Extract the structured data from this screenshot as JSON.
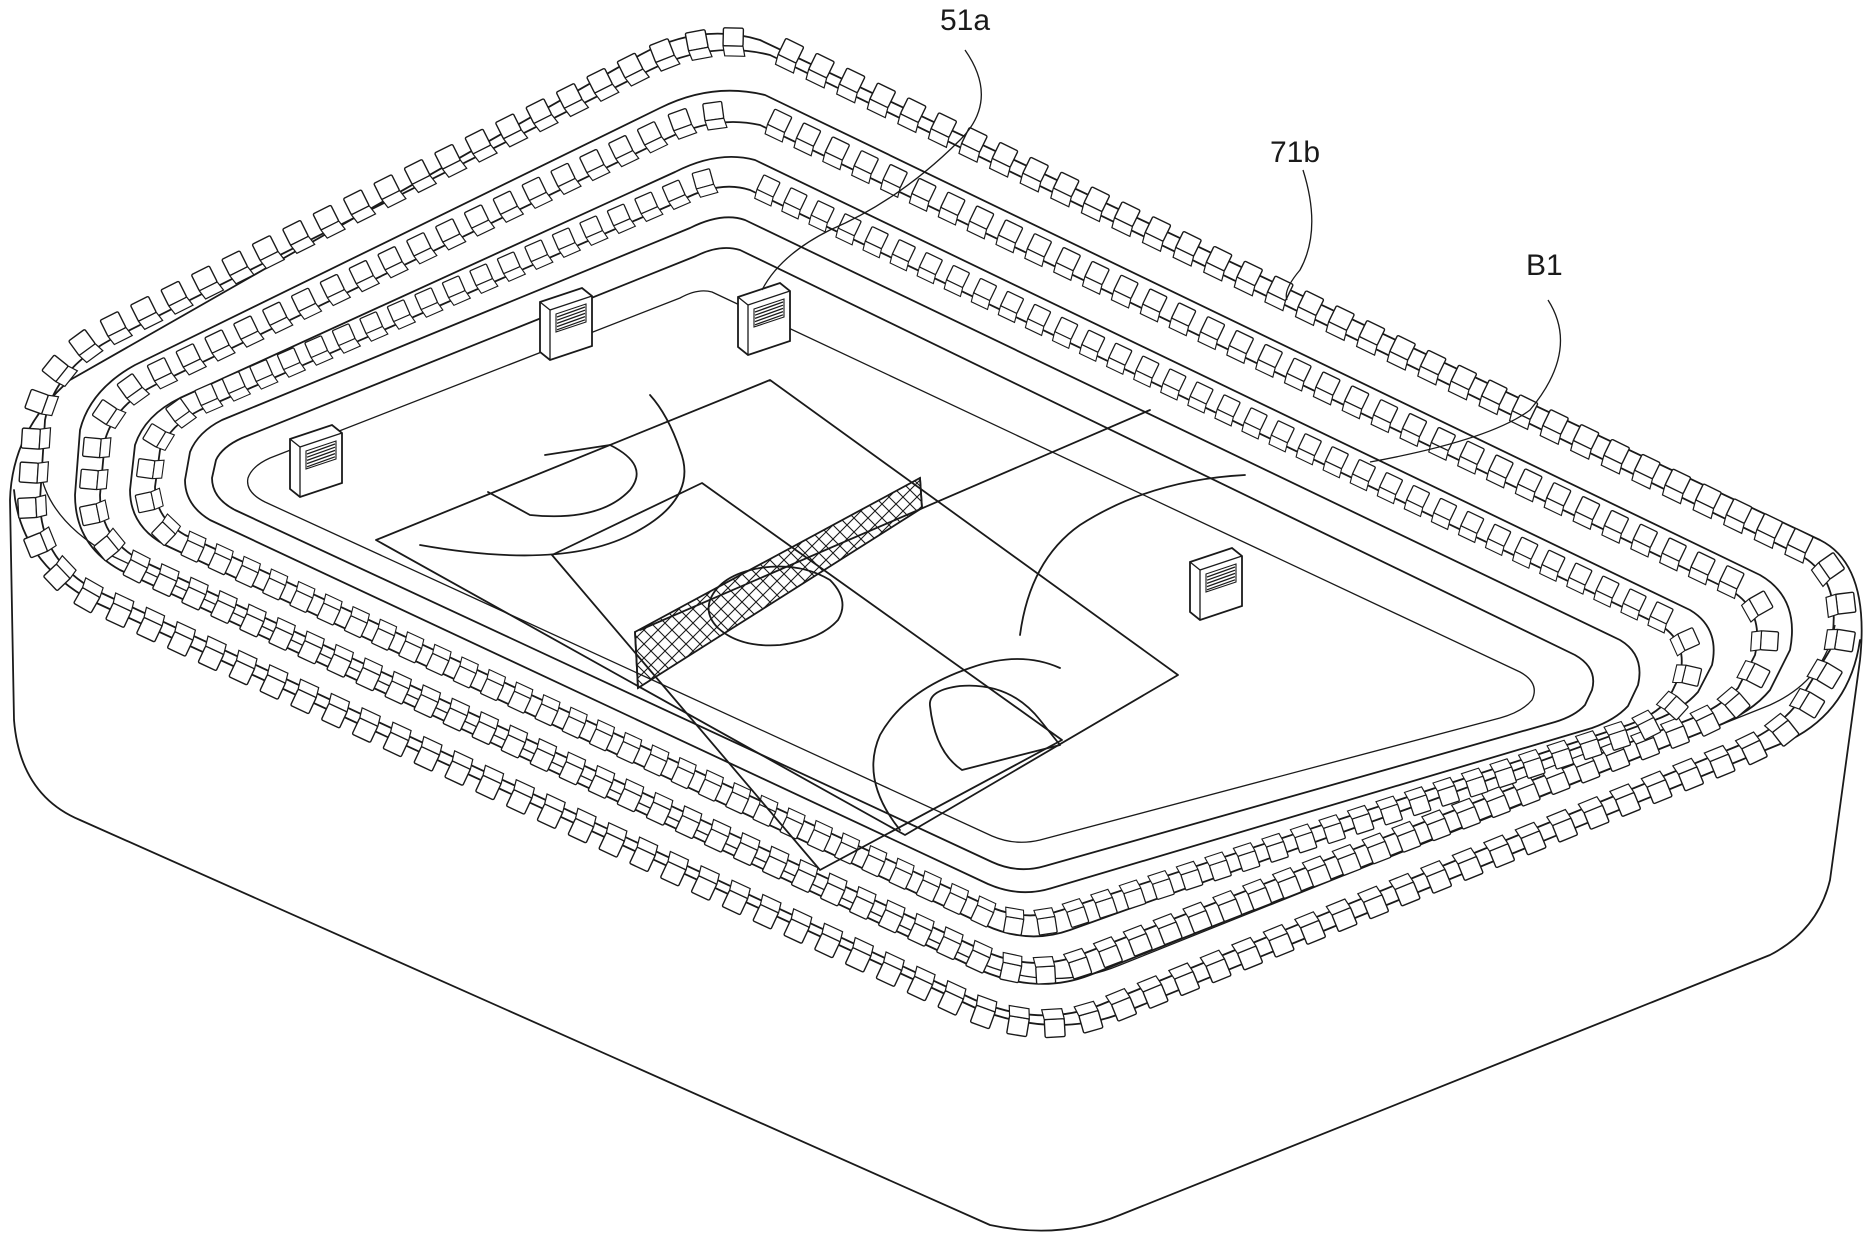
{
  "figure": {
    "reference_labels": [
      {
        "id": "label-51a",
        "text": "51a"
      },
      {
        "id": "label-71b",
        "text": "71b"
      },
      {
        "id": "label-b1",
        "text": "B1"
      }
    ]
  },
  "colors": {
    "line": "#1a1a1a",
    "background": "#ffffff"
  }
}
